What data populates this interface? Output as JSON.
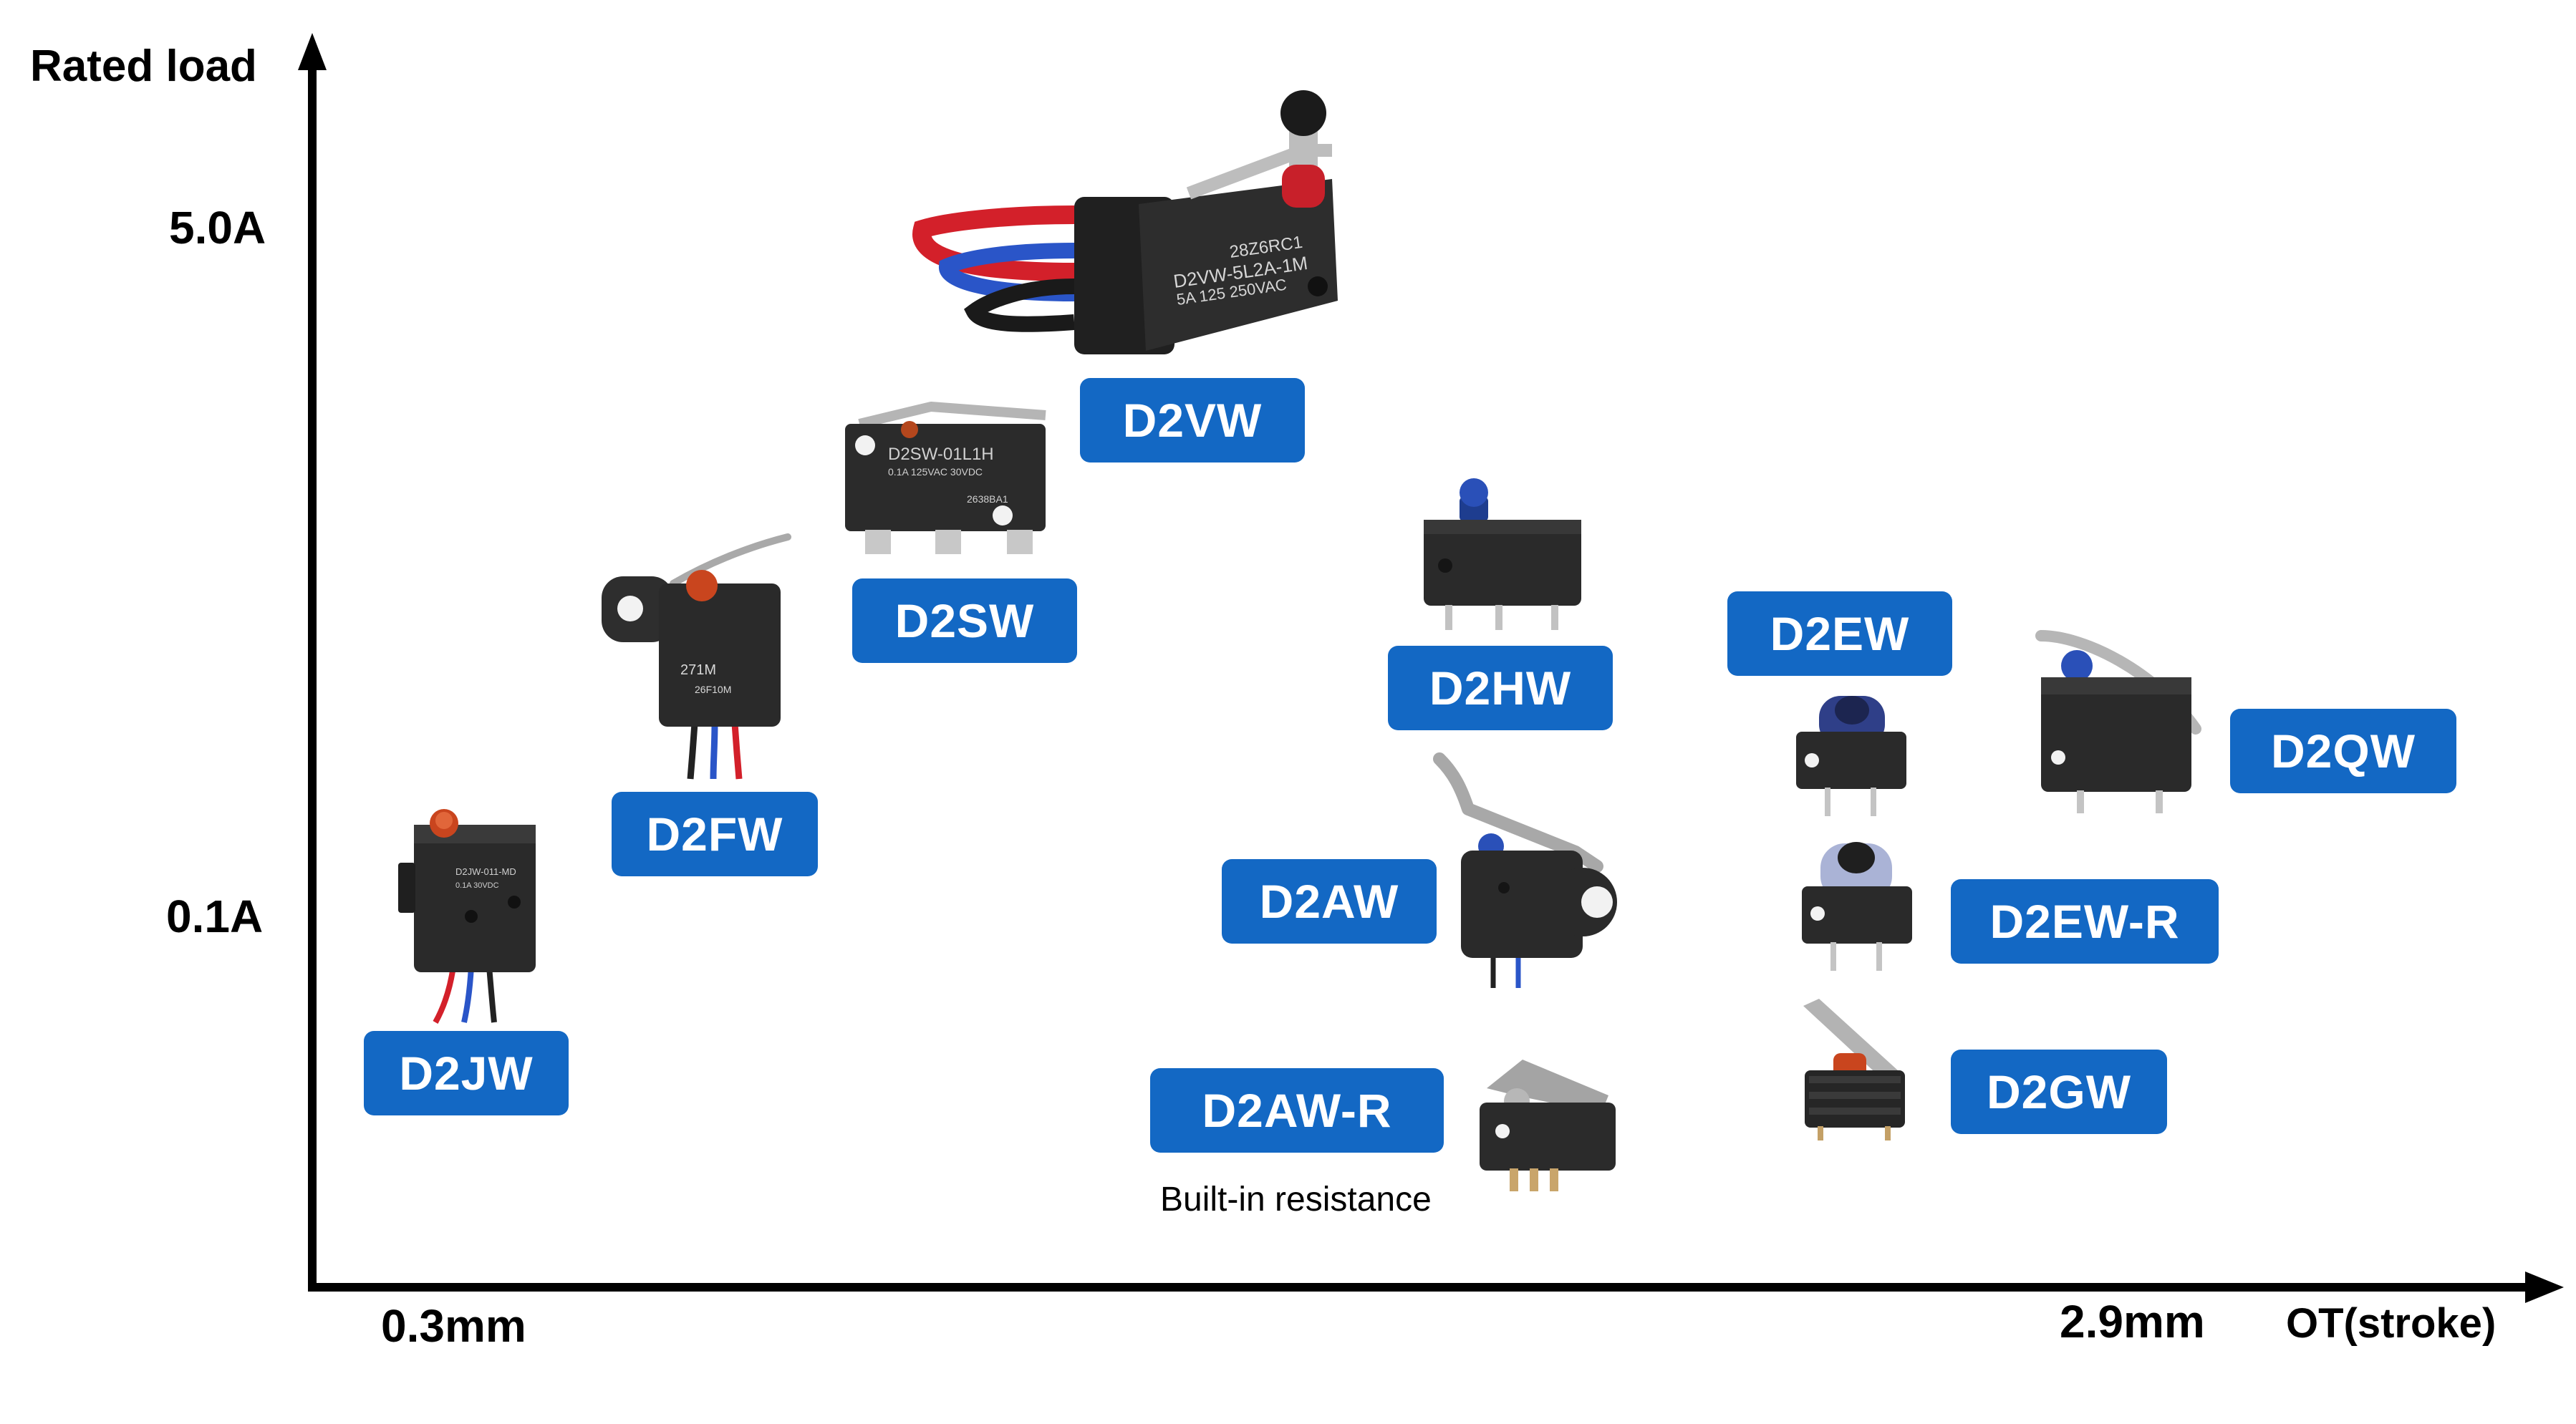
{
  "axes": {
    "y_label": "Rated load",
    "y_ticks": [
      "5.0A",
      "0.1A"
    ],
    "x_ticks": [
      "0.3mm",
      "2.9mm"
    ],
    "x_label": "OT(stroke)"
  },
  "products": [
    {
      "label": "D2JW"
    },
    {
      "label": "D2FW"
    },
    {
      "label": "D2SW"
    },
    {
      "label": "D2VW"
    },
    {
      "label": "D2HW"
    },
    {
      "label": "D2AW"
    },
    {
      "label": "D2AW-R",
      "note": "Built-in resistance"
    },
    {
      "label": "D2EW"
    },
    {
      "label": "D2EW-R"
    },
    {
      "label": "D2GW"
    },
    {
      "label": "D2QW"
    }
  ],
  "switch_markings": {
    "d2vw": {
      "line1": "28Z6RC1",
      "line2": "D2VW-5L2A-1M",
      "line3": "5A  125  250VAC"
    },
    "d2sw": {
      "line1": "D2SW-01L1H",
      "line2": "0.1A 125VAC 30VDC",
      "line3": "2638BA1"
    },
    "d2fw": {
      "line1": "271M",
      "line2": "26F10M"
    },
    "d2jw": {
      "line1": "D2JW-011-MD",
      "line2": "0.1A 30VDC"
    }
  },
  "colors": {
    "badge": "#1368c4",
    "axis": "#000000",
    "housing": "#2a2a2a",
    "wire_red": "#d3202a",
    "wire_blue": "#2a55c8"
  }
}
